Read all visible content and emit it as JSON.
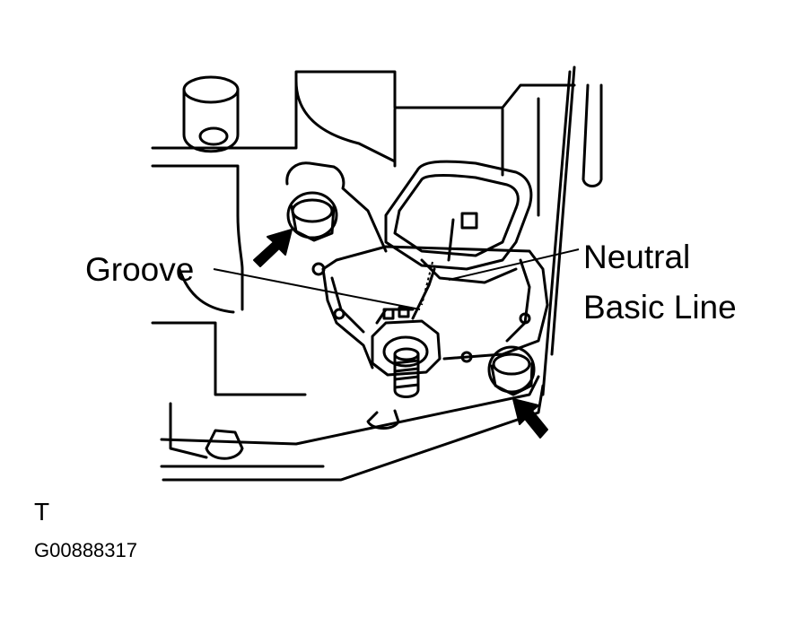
{
  "labels": {
    "groove": "Groove",
    "neutral_line1": "Neutral",
    "neutral_line2": "Basic Line",
    "letter": "T",
    "figure_code": "G00888317"
  },
  "colors": {
    "line": "#000000",
    "background": "#ffffff"
  }
}
